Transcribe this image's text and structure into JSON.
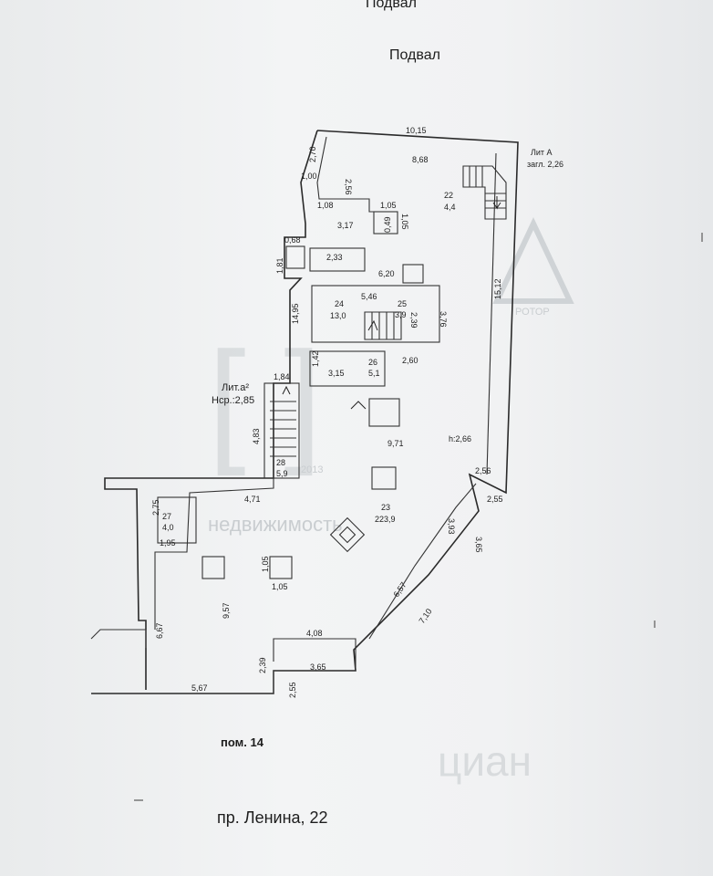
{
  "header": {
    "top_cut_title": "Подвал",
    "title": "Подвал"
  },
  "plan": {
    "letter_A": "Лит А",
    "depth_A": "загл. 2,26",
    "letter_a2": "Лит.а²",
    "height_a2": "Нср.:2,85",
    "height_main": "h:2,66",
    "rooms": [
      {
        "id": "22",
        "area": "4,4"
      },
      {
        "id": "24",
        "area": "13,0"
      },
      {
        "id": "25",
        "area": "3,9"
      },
      {
        "id": "26",
        "area": "5,1"
      },
      {
        "id": "28",
        "area": "5,9"
      },
      {
        "id": "23",
        "area": "223,9"
      },
      {
        "id": "27",
        "area": "4,0"
      }
    ],
    "dimensions": [
      "10,15",
      "8,68",
      "2,70",
      "2,56",
      "1,00",
      "1,08",
      "1,05",
      "1,05",
      "3,17",
      "0,49",
      "0,68",
      "2,33",
      "1,81",
      "6,20",
      "5,46",
      "14,95",
      "2,39",
      "3,76",
      "15,12",
      "1,42",
      "3,15",
      "2,60",
      "1,84",
      "4,83",
      "9,71",
      "2,56",
      "2,55",
      "4,71",
      "2,75",
      "1,95",
      "1,05",
      "1,05",
      "3,93",
      "3,65",
      "6,57",
      "7,10",
      "9,57",
      "6,67",
      "4,08",
      "2,39",
      "3,65",
      "5,67",
      "2,55"
    ]
  },
  "watermarks": {
    "year": "2013",
    "agency": "недвижимость",
    "brand": "РОТОР",
    "cian": "циан"
  },
  "footer": {
    "unit": "пом. 14",
    "address": "пр. Ленина, 22"
  }
}
